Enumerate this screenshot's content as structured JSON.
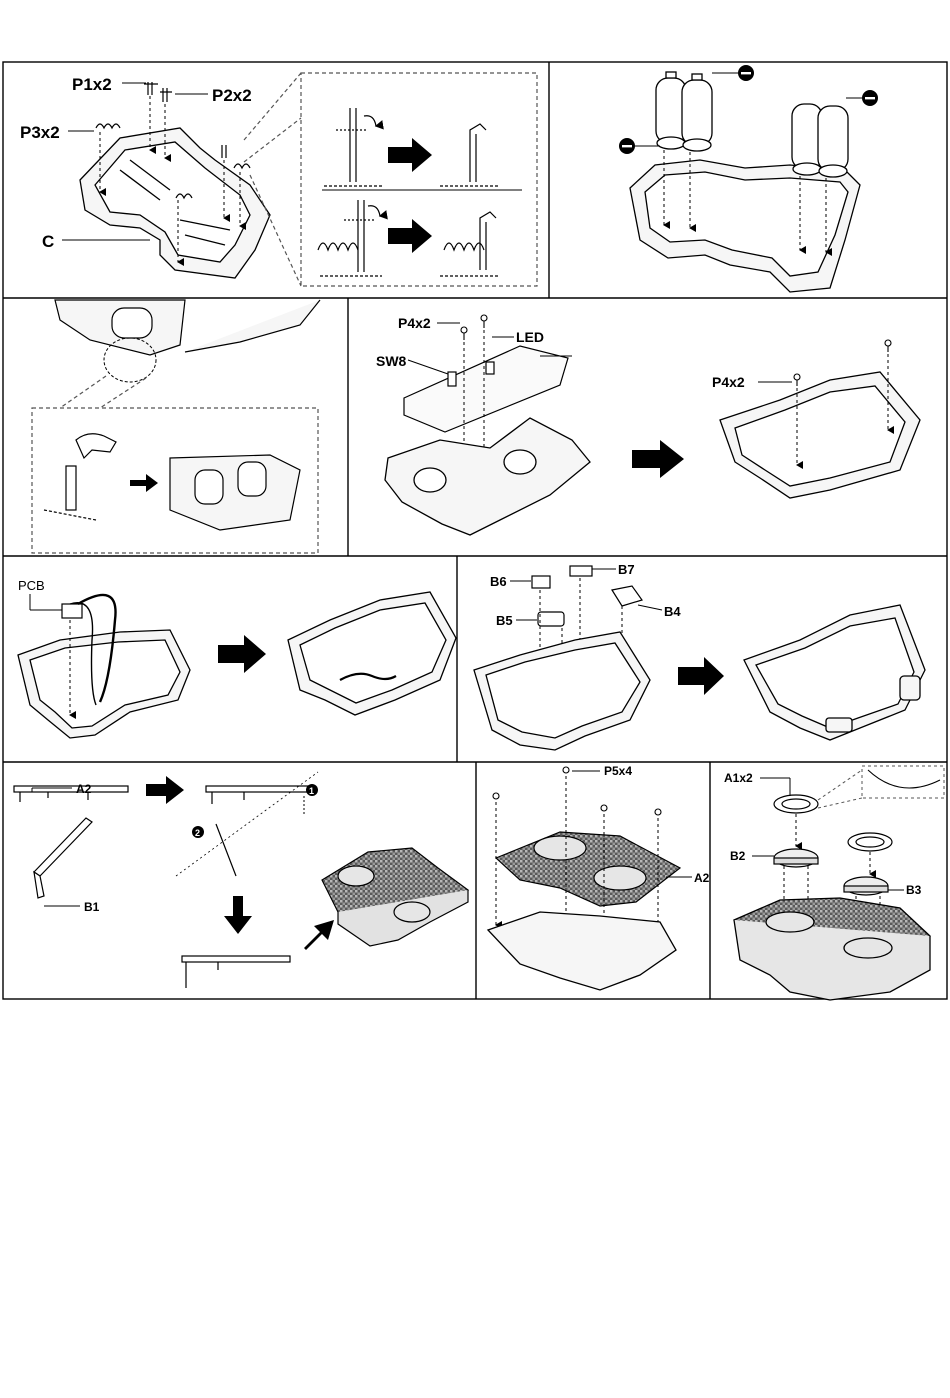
{
  "panel_1": {
    "p1_label": "P1x2",
    "p2_label": "P2x2",
    "p3_label": "P3x2",
    "c_label": "C"
  },
  "panel_2": {
    "minus_sign": "−"
  },
  "panel_4": {
    "p4_label": "P4x2",
    "led_label": "LED",
    "sw8_label": "SW8",
    "p4_label_right": "P4x2"
  },
  "panel_5": {
    "pcb_label": "PCB"
  },
  "panel_6": {
    "b6_label": "B6",
    "b7_label": "B7",
    "b5_label": "B5",
    "b4_label": "B4"
  },
  "panel_7": {
    "a2_label": "A2",
    "b1_label": "B1",
    "step1": "1",
    "step2": "2"
  },
  "panel_8": {
    "p5_label": "P5x4",
    "a2_label": "A2"
  },
  "panel_9": {
    "a1_label": "A1x2",
    "b2_label": "B2",
    "b3_label": "B3"
  },
  "colors": {
    "ink": "#000000",
    "paper": "#ffffff",
    "panel_fill": "#f4f4f4",
    "texture": "#8a8a8a",
    "grey_body": "#e9e9e9"
  }
}
